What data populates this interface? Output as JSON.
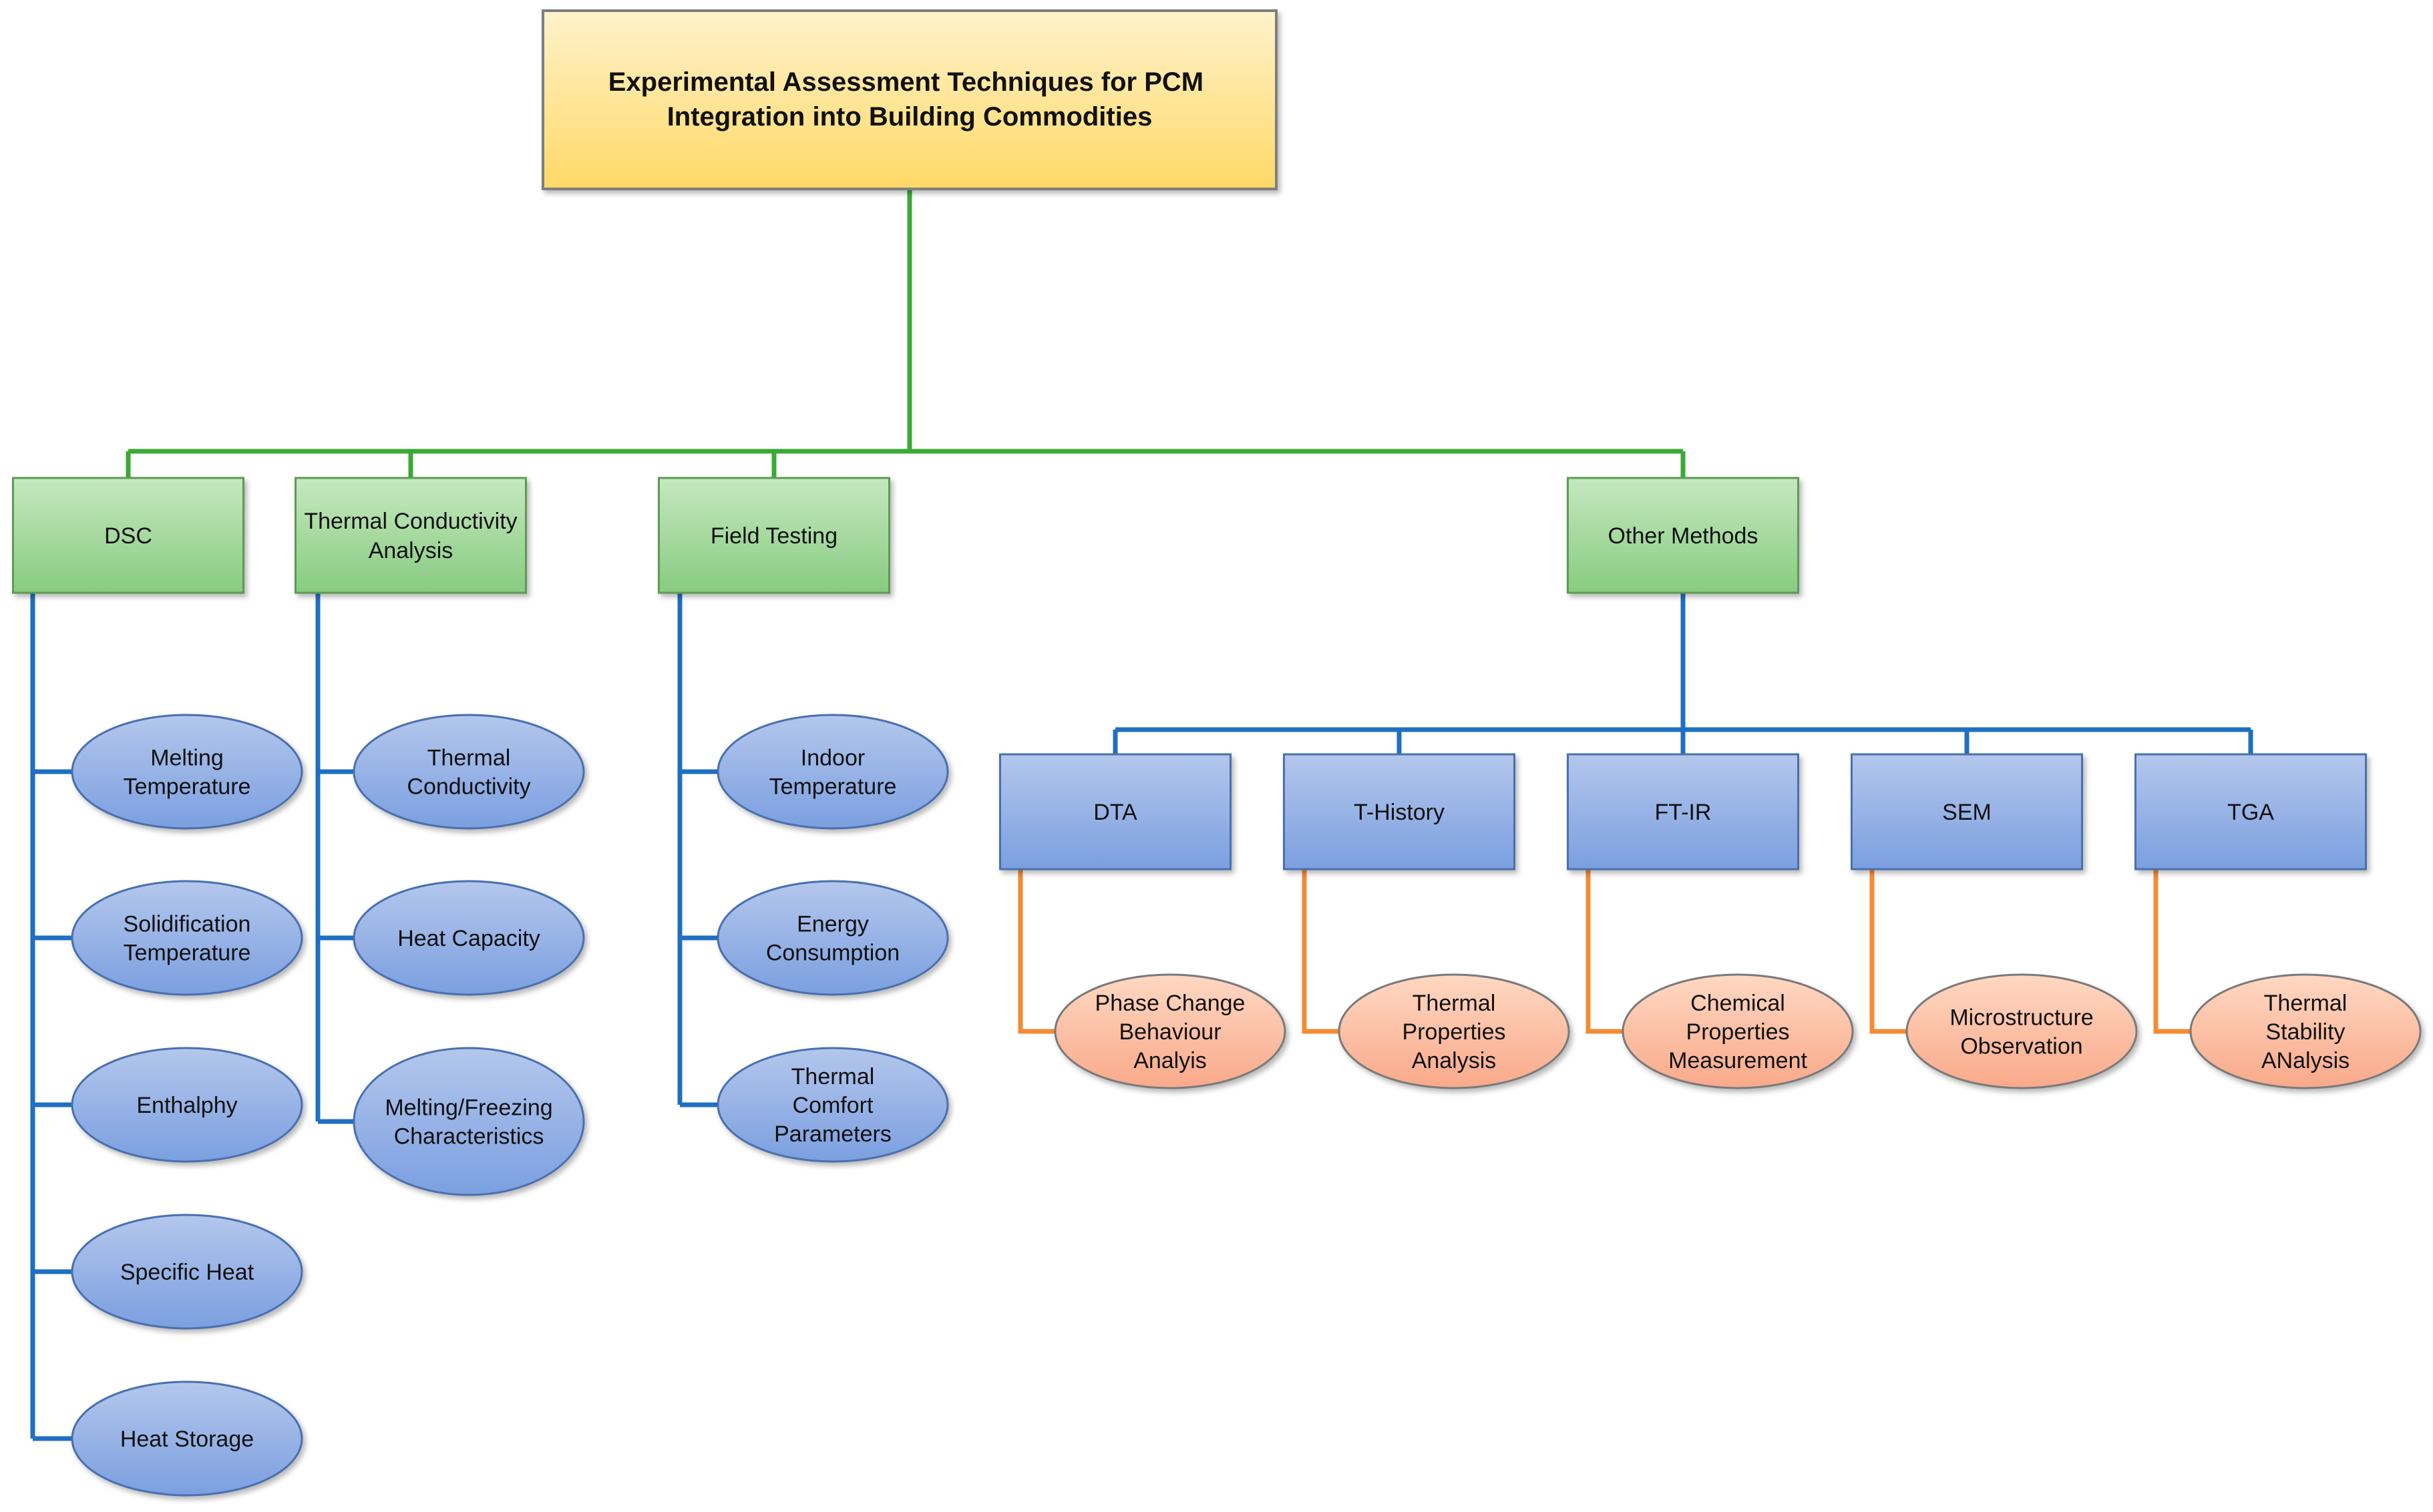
{
  "colors": {
    "root_fill_top": "#fff2cc",
    "root_fill_bottom": "#ffd966",
    "root_stroke": "#7f7f7f",
    "category_fill_top": "#c5e8c0",
    "category_fill_bottom": "#88cc80",
    "category_stroke": "#5e9a55",
    "method_fill_top": "#b4c7ec",
    "method_fill_bottom": "#7b9fe0",
    "method_stroke": "#4a6fb0",
    "property_fill_top": "#ffd8c2",
    "property_fill_bottom": "#f9a98a",
    "property_stroke": "#7a7a7a",
    "green_connector": "#3aaa35",
    "blue_connector": "#1f6fc2",
    "orange_connector": "#f38b32"
  },
  "root": {
    "lines": [
      "Experimental Assessment Techniques for PCM",
      "Integration into Building Commodities"
    ]
  },
  "categories": [
    {
      "id": "dsc",
      "lines": [
        "DSC"
      ],
      "items": [
        {
          "id": "melting-temperature",
          "lines": [
            "Melting",
            "Temperature"
          ]
        },
        {
          "id": "solidification-temperature",
          "lines": [
            "Solidification",
            "Temperature"
          ]
        },
        {
          "id": "enthalphy",
          "lines": [
            "Enthalphy"
          ]
        },
        {
          "id": "specific-heat",
          "lines": [
            "Specific  Heat"
          ]
        },
        {
          "id": "heat-storage",
          "lines": [
            "Heat Storage"
          ]
        }
      ]
    },
    {
      "id": "thermal-conductivity-analysis",
      "lines": [
        "Thermal Conductivity",
        "Analysis"
      ],
      "items": [
        {
          "id": "thermal-conductivity",
          "lines": [
            "Thermal",
            "Conductivity"
          ]
        },
        {
          "id": "heat-capacity",
          "lines": [
            "Heat Capacity"
          ]
        },
        {
          "id": "melting-freezing-characteristics",
          "lines": [
            "Melting/Freezing",
            "Characteristics"
          ]
        }
      ]
    },
    {
      "id": "field-testing",
      "lines": [
        "Field Testing"
      ],
      "items": [
        {
          "id": "indoor-temperature",
          "lines": [
            "Indoor",
            "Temperature"
          ]
        },
        {
          "id": "energy-consumption",
          "lines": [
            "Energy",
            "Consumption"
          ]
        },
        {
          "id": "thermal-comfort-parameters",
          "lines": [
            "Thermal",
            "Comfort",
            "Parameters"
          ]
        }
      ]
    },
    {
      "id": "other-methods",
      "lines": [
        "Other Methods"
      ],
      "methods": [
        {
          "id": "dta",
          "lines": [
            "DTA"
          ],
          "property": {
            "lines": [
              "Phase Change",
              "Behaviour",
              "Analyis"
            ]
          }
        },
        {
          "id": "t-history",
          "lines": [
            "T-History"
          ],
          "property": {
            "lines": [
              "Thermal",
              "Properties",
              "Analysis"
            ]
          }
        },
        {
          "id": "ft-ir",
          "lines": [
            "FT-IR"
          ],
          "property": {
            "lines": [
              "Chemical",
              "Properties",
              "Measurement"
            ]
          }
        },
        {
          "id": "sem",
          "lines": [
            "SEM"
          ],
          "property": {
            "lines": [
              "Microstructure",
              "Observation"
            ]
          }
        },
        {
          "id": "tga",
          "lines": [
            "TGA"
          ],
          "property": {
            "lines": [
              "Thermal",
              "Stability",
              "ANalysis"
            ]
          }
        }
      ]
    }
  ]
}
